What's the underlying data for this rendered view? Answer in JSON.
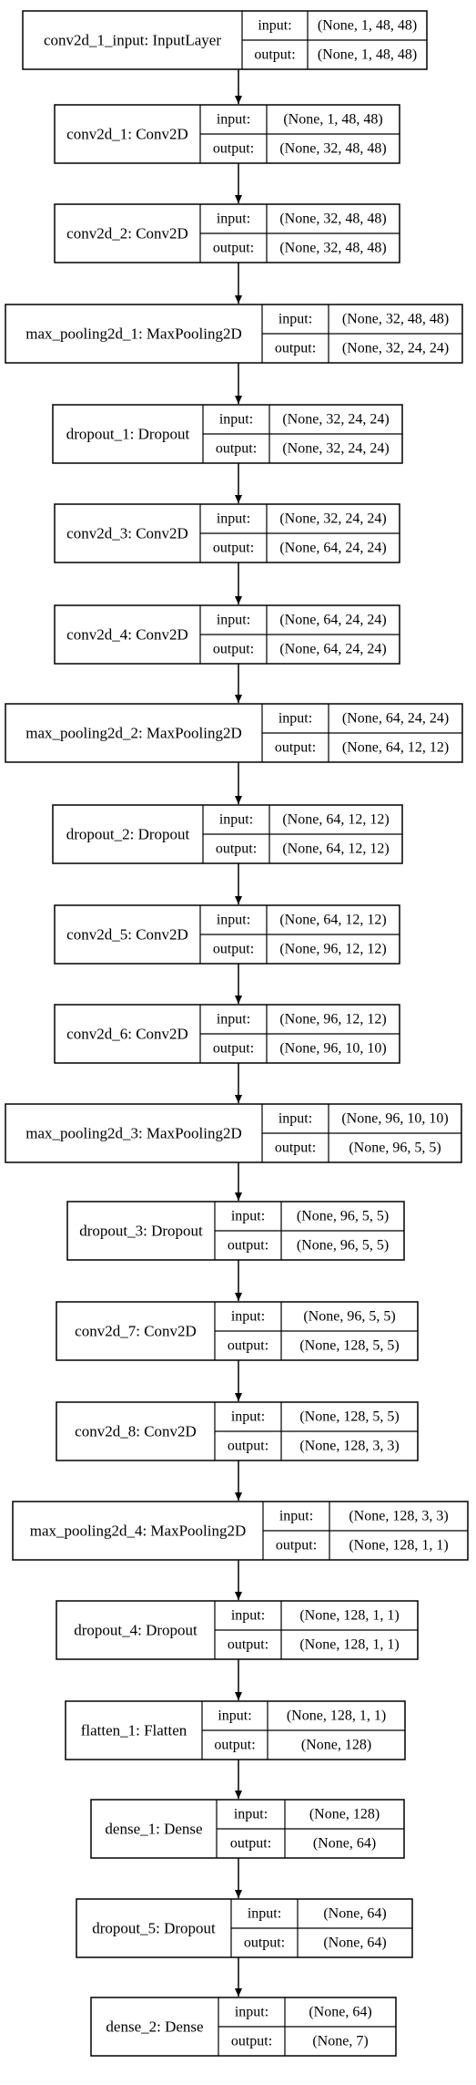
{
  "diagram": {
    "input_label": "input:",
    "output_label": "output:",
    "nodes": [
      {
        "name": "conv2d_1_input: InputLayer",
        "input": "(None, 1, 48, 48)",
        "output": "(None, 1, 48, 48)"
      },
      {
        "name": "conv2d_1: Conv2D",
        "input": "(None, 1, 48, 48)",
        "output": "(None, 32, 48, 48)"
      },
      {
        "name": "conv2d_2: Conv2D",
        "input": "(None, 32, 48, 48)",
        "output": "(None, 32, 48, 48)"
      },
      {
        "name": "max_pooling2d_1: MaxPooling2D",
        "input": "(None, 32, 48, 48)",
        "output": "(None, 32, 24, 24)"
      },
      {
        "name": "dropout_1: Dropout",
        "input": "(None, 32, 24, 24)",
        "output": "(None, 32, 24, 24)"
      },
      {
        "name": "conv2d_3: Conv2D",
        "input": "(None, 32, 24, 24)",
        "output": "(None, 64, 24, 24)"
      },
      {
        "name": "conv2d_4: Conv2D",
        "input": "(None, 64, 24, 24)",
        "output": "(None, 64, 24, 24)"
      },
      {
        "name": "max_pooling2d_2: MaxPooling2D",
        "input": "(None, 64, 24, 24)",
        "output": "(None, 64, 12, 12)"
      },
      {
        "name": "dropout_2: Dropout",
        "input": "(None, 64, 12, 12)",
        "output": "(None, 64, 12, 12)"
      },
      {
        "name": "conv2d_5: Conv2D",
        "input": "(None, 64, 12, 12)",
        "output": "(None, 96, 12, 12)"
      },
      {
        "name": "conv2d_6: Conv2D",
        "input": "(None, 96, 12, 12)",
        "output": "(None, 96, 10, 10)"
      },
      {
        "name": "max_pooling2d_3: MaxPooling2D",
        "input": "(None, 96, 10, 10)",
        "output": "(None, 96, 5, 5)"
      },
      {
        "name": "dropout_3: Dropout",
        "input": "(None, 96, 5, 5)",
        "output": "(None, 96, 5, 5)"
      },
      {
        "name": "conv2d_7: Conv2D",
        "input": "(None, 96, 5, 5)",
        "output": "(None, 128, 5, 5)"
      },
      {
        "name": "conv2d_8: Conv2D",
        "input": "(None, 128, 5, 5)",
        "output": "(None, 128, 3, 3)"
      },
      {
        "name": "max_pooling2d_4: MaxPooling2D",
        "input": "(None, 128, 3, 3)",
        "output": "(None, 128, 1, 1)"
      },
      {
        "name": "dropout_4: Dropout",
        "input": "(None, 128, 1, 1)",
        "output": "(None, 128, 1, 1)"
      },
      {
        "name": "flatten_1: Flatten",
        "input": "(None, 128, 1, 1)",
        "output": "(None, 128)"
      },
      {
        "name": "dense_1: Dense",
        "input": "(None, 128)",
        "output": "(None, 64)"
      },
      {
        "name": "dropout_5: Dropout",
        "input": "(None, 64)",
        "output": "(None, 64)"
      },
      {
        "name": "dense_2: Dense",
        "input": "(None, 64)",
        "output": "(None, 7)"
      }
    ]
  }
}
